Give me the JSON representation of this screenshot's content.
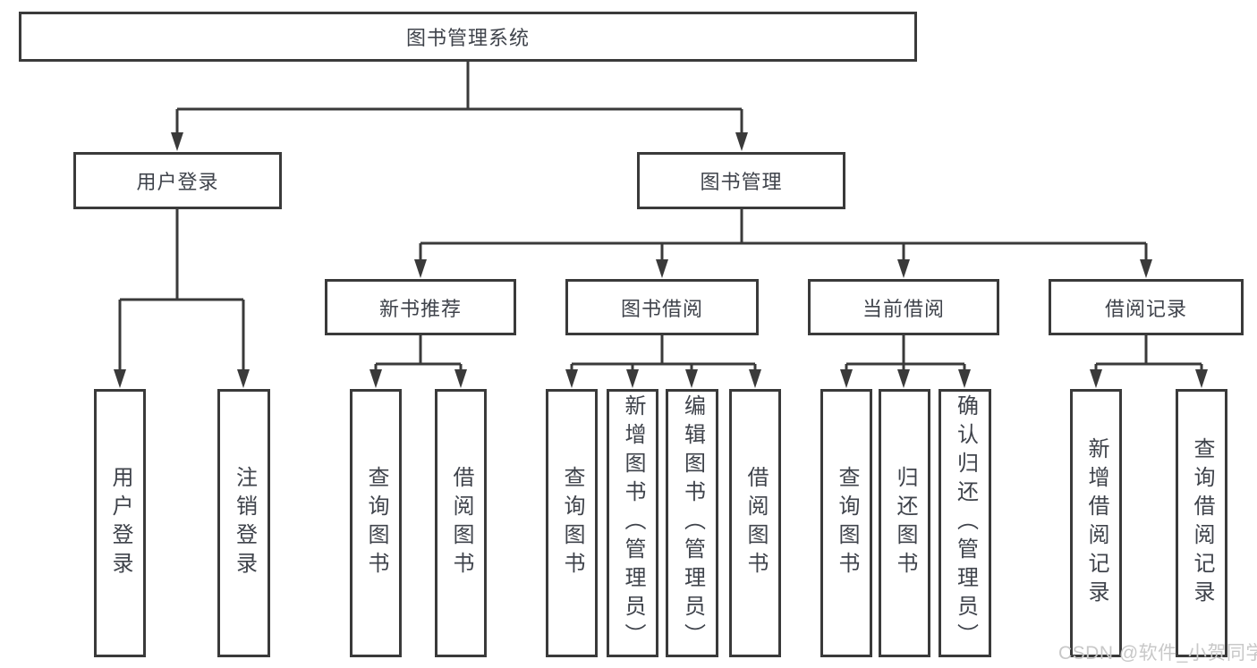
{
  "diagram": {
    "type": "hierarchy-tree",
    "root": {
      "label": "图书管理系统"
    },
    "level2": [
      {
        "id": "user-login",
        "label": "用户登录"
      },
      {
        "id": "book-management",
        "label": "图书管理"
      }
    ],
    "level3": [
      {
        "id": "new-book-recommend",
        "label": "新书推荐",
        "parent": "图书管理"
      },
      {
        "id": "book-borrow",
        "label": "图书借阅",
        "parent": "图书管理"
      },
      {
        "id": "current-borrow",
        "label": "当前借阅",
        "parent": "图书管理"
      },
      {
        "id": "borrow-records",
        "label": "借阅记录",
        "parent": "图书管理"
      }
    ],
    "leaves": [
      {
        "label": "用户登录",
        "parent": "用户登录"
      },
      {
        "label": "注销登录",
        "parent": "用户登录"
      },
      {
        "label": "查询图书",
        "parent": "新书推荐"
      },
      {
        "label": "借阅图书",
        "parent": "新书推荐"
      },
      {
        "label": "查询图书",
        "parent": "图书借阅"
      },
      {
        "label": "新增图书（管理员）",
        "parent": "图书借阅"
      },
      {
        "label": "编辑图书（管理员）",
        "parent": "图书借阅"
      },
      {
        "label": "借阅图书",
        "parent": "图书借阅"
      },
      {
        "label": "查询图书",
        "parent": "当前借阅"
      },
      {
        "label": "归还图书",
        "parent": "当前借阅"
      },
      {
        "label": "确认归还（管理员）",
        "parent": "当前借阅"
      },
      {
        "label": "新增借阅记录",
        "parent": "借阅记录"
      },
      {
        "label": "查询借阅记录",
        "parent": "借阅记录"
      }
    ]
  },
  "watermark": {
    "text": "CSDN @软件_小贺同学"
  },
  "colors": {
    "line": "#3a3a3a",
    "border": "#3a3a3a",
    "text": "#3f434b",
    "background": "#ffffff",
    "watermark": "#c8c8c8"
  }
}
